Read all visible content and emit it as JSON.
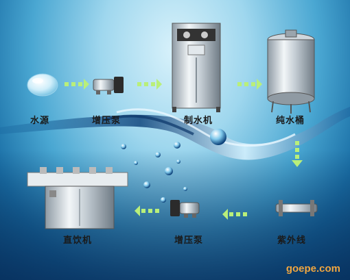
{
  "labels": {
    "water_source": "水源",
    "booster_pump_top": "增压泵",
    "ro_machine": "制水机",
    "pure_water_tank": "纯水桶",
    "uv_sterilizer": "紫外线",
    "booster_pump_bottom": "增压泵",
    "drinking_fountain": "直饮机"
  },
  "watermark": "goepe.com",
  "colors": {
    "arrow": "#b9ef7a",
    "label_text": "#1a1a1a",
    "watermark": "#f0a640"
  },
  "icons": [
    "water-drop-icon",
    "pump-icon",
    "ro-cabinet-icon",
    "steel-tank-icon",
    "uv-tube-icon",
    "drinking-fountain-icon",
    "arrow-icon"
  ]
}
